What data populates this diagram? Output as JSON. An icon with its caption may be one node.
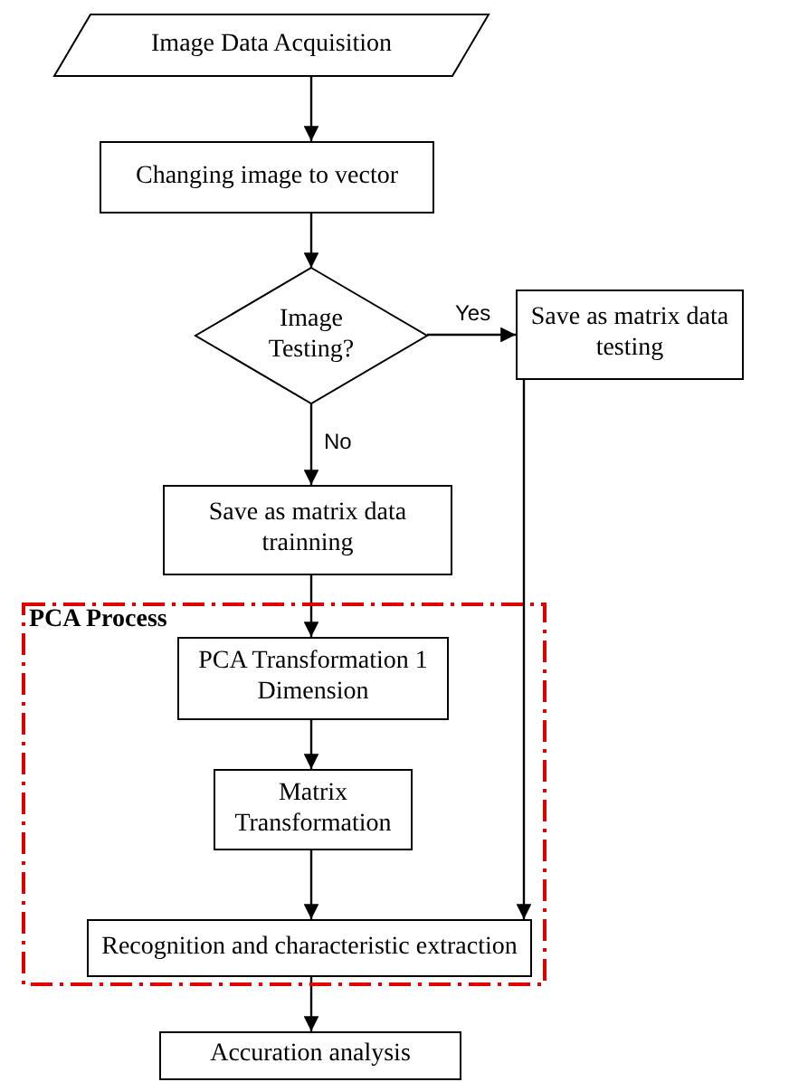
{
  "diagram": {
    "nodes": [
      {
        "text": [
          "Image Data Acquisition"
        ]
      },
      {
        "text": [
          "Changing image to vector"
        ]
      },
      {
        "text": [
          "Image Testing?"
        ]
      },
      {
        "text": [
          "Save as matrix data testing"
        ]
      },
      {
        "text": [
          "Save as matrix data trainning"
        ]
      },
      {
        "text": [
          "PCA Process"
        ]
      },
      {
        "text": [
          "PCA Transformation 1 Dimension"
        ],
        "in": 5
      },
      {
        "text": [
          "Matrix Transformation"
        ],
        "in": 5
      },
      {
        "text": [
          "Recognition and characteristic extraction"
        ],
        "in": 5
      },
      {
        "text": [
          "Accuration analysis"
        ]
      }
    ],
    "edges": [
      {
        "from": 0,
        "to": 1,
        "arrow": "to"
      },
      {
        "from": 1,
        "to": 2,
        "arrow": "to"
      },
      {
        "from": 2,
        "to": 3,
        "arrow": "to",
        "label": "Yes"
      },
      {
        "from": 2,
        "to": 4,
        "arrow": "to",
        "label": "No"
      },
      {
        "from": 4,
        "to": 6,
        "arrow": "to"
      },
      {
        "from": 6,
        "to": 7,
        "arrow": "to"
      },
      {
        "from": 7,
        "to": 8,
        "arrow": "to"
      },
      {
        "from": 3,
        "to": 8,
        "arrow": "to"
      },
      {
        "from": 8,
        "to": 9,
        "arrow": "to"
      }
    ]
  }
}
